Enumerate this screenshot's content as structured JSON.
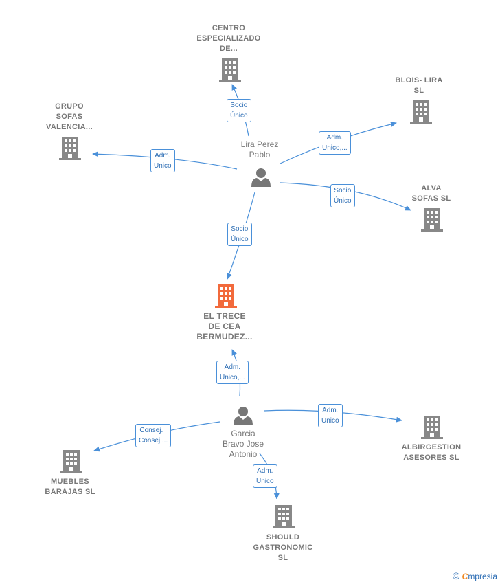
{
  "colors": {
    "edge": "#4a90d9",
    "node_gray": "#888888",
    "node_main": "#f26a3c",
    "label_text": "#777777",
    "edge_label_text": "#2f6fb5"
  },
  "people": {
    "lira": {
      "label": "Lira Perez\nPablo",
      "icon": "person-icon"
    },
    "garcia": {
      "label": "Garcia\nBravo Jose\nAntonio",
      "icon": "person-icon"
    }
  },
  "companies": {
    "centro": {
      "label": "CENTRO\nESPECIALIZADO\nDE...",
      "icon": "building-icon"
    },
    "blois": {
      "label": "BLOIS- LIRA\nSL",
      "icon": "building-icon"
    },
    "grupo": {
      "label": "GRUPO\nSOFAS\nVALENCIA...",
      "icon": "building-icon"
    },
    "alva": {
      "label": "ALVA\nSOFAS  SL",
      "icon": "building-icon"
    },
    "main": {
      "label": "EL TRECE\nDE CEA\nBERMUDEZ...",
      "icon": "building-icon"
    },
    "albirgestion": {
      "label": "ALBIRGESTION\nASESORES  SL",
      "icon": "building-icon"
    },
    "muebles": {
      "label": "MUEBLES\nBARAJAS SL",
      "icon": "building-icon"
    },
    "should": {
      "label": "SHOULD\nGASTRONOMIC\nSL",
      "icon": "building-icon"
    }
  },
  "edges": {
    "lira_centro": "Socio\nÚnico",
    "lira_blois": "Adm.\nUnico,...",
    "lira_grupo": "Adm.\nUnico",
    "lira_alva": "Socio\nÚnico",
    "lira_main": "Socio\nÚnico",
    "garcia_main": "Adm.\nUnico,...",
    "garcia_albirgestion": "Adm.\nUnico",
    "garcia_muebles": "Consej. .\nConsej....",
    "garcia_should": "Adm.\nUnico"
  },
  "watermark": {
    "copyright": "©",
    "brand_initial": "C",
    "brand_rest": "mpresia"
  }
}
